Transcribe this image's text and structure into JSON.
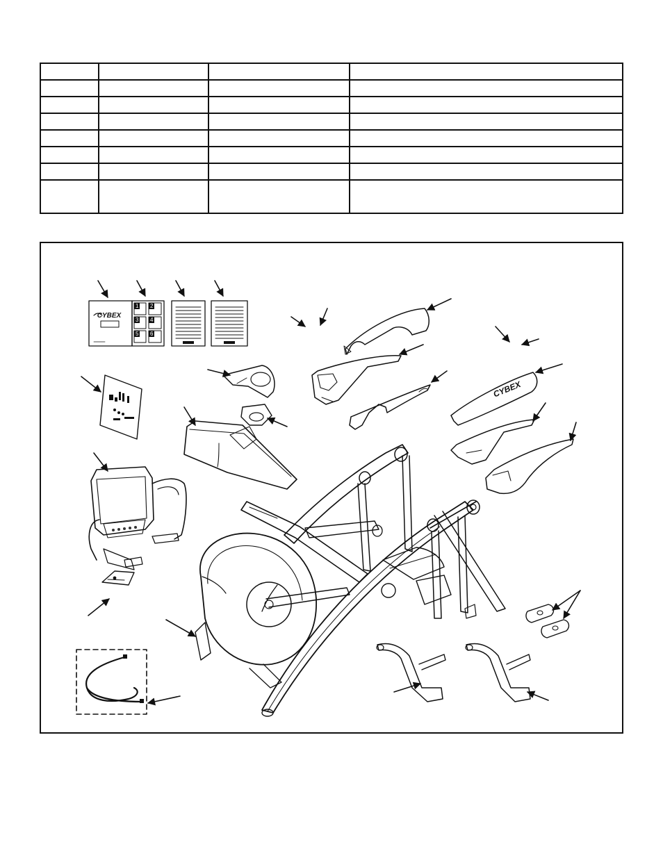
{
  "table": {
    "rows": [
      [
        "",
        "",
        "",
        ""
      ],
      [
        "",
        "",
        "",
        ""
      ],
      [
        "",
        "",
        "",
        ""
      ],
      [
        "",
        "",
        "",
        ""
      ],
      [
        "",
        "",
        "",
        ""
      ],
      [
        "",
        "",
        "",
        ""
      ],
      [
        "",
        "",
        "",
        ""
      ],
      [
        "",
        "",
        "",
        ""
      ]
    ]
  },
  "diagram": {
    "brand_logo_text": "CYBEX",
    "chart_page_numbers": [
      "1",
      "2",
      "3",
      "4",
      "5",
      "6"
    ]
  }
}
